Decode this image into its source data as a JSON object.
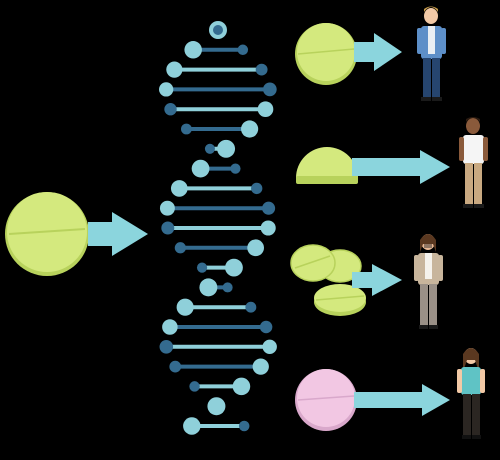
{
  "colors": {
    "background": "#000000",
    "pill_green": "#d4e97e",
    "pill_green_edge": "#b8d25c",
    "pill_pink": "#f2c7e3",
    "pill_pink_edge": "#d9a8cb",
    "arrow": "#8bd5dd",
    "dna_light": "#8fd0da",
    "dna_dark": "#346b8f",
    "dna_mid": "#5a9bc0"
  },
  "diagram": {
    "input": "large-green-tablet",
    "outputs": [
      {
        "pill": "green-tablet",
        "pill_state": "whole",
        "person": "man-blue-shirt"
      },
      {
        "pill": "green-tablet",
        "pill_state": "half",
        "person": "man-white-shirt"
      },
      {
        "pill": "green-tablet",
        "pill_state": "three-tablets",
        "person": "woman-tan-jacket"
      },
      {
        "pill": "pink-tablet",
        "pill_state": "whole",
        "person": "woman-teal-top"
      }
    ]
  }
}
